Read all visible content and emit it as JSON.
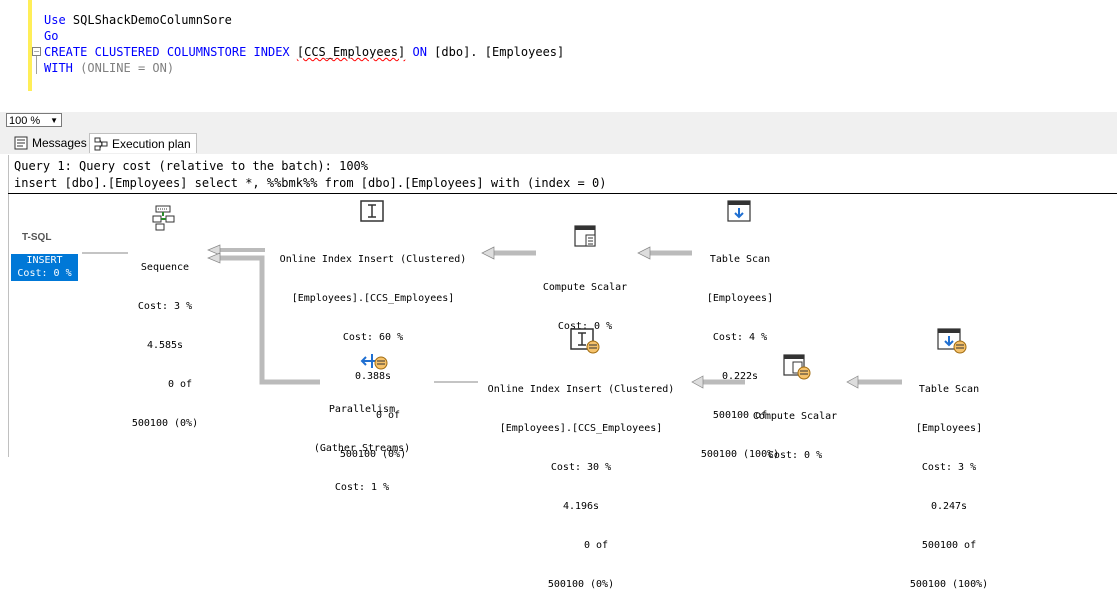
{
  "editor": {
    "lines": [
      {
        "kw1": "Use",
        "rest": " SQLShackDemoColumnSore"
      },
      {
        "kw1": "Go"
      },
      {
        "kw1": "CREATE CLUSTERED COLUMNSTORE INDEX",
        "ident1": "[CCS_Employees]",
        "kw2": "ON",
        "ident2": "[dbo].",
        "ident3": "[Employees]"
      },
      {
        "kw1": "WITH",
        "rest": "(ONLINE = ON)"
      }
    ]
  },
  "zoom": {
    "value": "100 %"
  },
  "tabs": {
    "messages": "Messages",
    "plan": "Execution plan"
  },
  "plan": {
    "query_header": "Query 1: Query cost (relative to the batch): 100%",
    "query_text": "insert [dbo].[Employees] select *, %%bmk%% from [dbo].[Employees] with (index = 0)",
    "tsql_label": "T-SQL",
    "insert": {
      "name": "INSERT",
      "cost": "Cost: 0 %"
    },
    "sequence": {
      "name": "Sequence",
      "cost": "Cost: 3 %",
      "time": "4.585s",
      "rows1": "0 of",
      "rows2": "500100 (0%)"
    },
    "oii_top": {
      "name": "Online Index Insert (Clustered)",
      "object": "[Employees].[CCS_Employees]",
      "cost": "Cost: 60 %",
      "time": "0.388s",
      "rows1": "0 of",
      "rows2": "500100 (0%)"
    },
    "cs_top": {
      "name": "Compute Scalar",
      "cost": "Cost: 0 %"
    },
    "ts_top": {
      "name": "Table Scan",
      "object": "[Employees]",
      "cost": "Cost: 4 %",
      "time": "0.222s",
      "rows1": "500100 of",
      "rows2": "500100 (100%)"
    },
    "parallel": {
      "name": "Parallelism",
      "sub": "(Gather Streams)",
      "cost": "Cost: 1 %"
    },
    "oii_bot": {
      "name": "Online Index Insert (Clustered)",
      "object": "[Employees].[CCS_Employees]",
      "cost": "Cost: 30 %",
      "time": "4.196s",
      "rows1": "0 of",
      "rows2": "500100 (0%)"
    },
    "cs_bot": {
      "name": "Compute Scalar",
      "cost": "Cost: 0 %"
    },
    "ts_bot": {
      "name": "Table Scan",
      "object": "[Employees]",
      "cost": "Cost: 3 %",
      "time": "0.247s",
      "rows1": "500100 of",
      "rows2": "500100 (100%)"
    }
  },
  "colors": {
    "keyword": "#0000ff",
    "selection": "#0078d7",
    "gutter_marker": "#ffee58"
  }
}
